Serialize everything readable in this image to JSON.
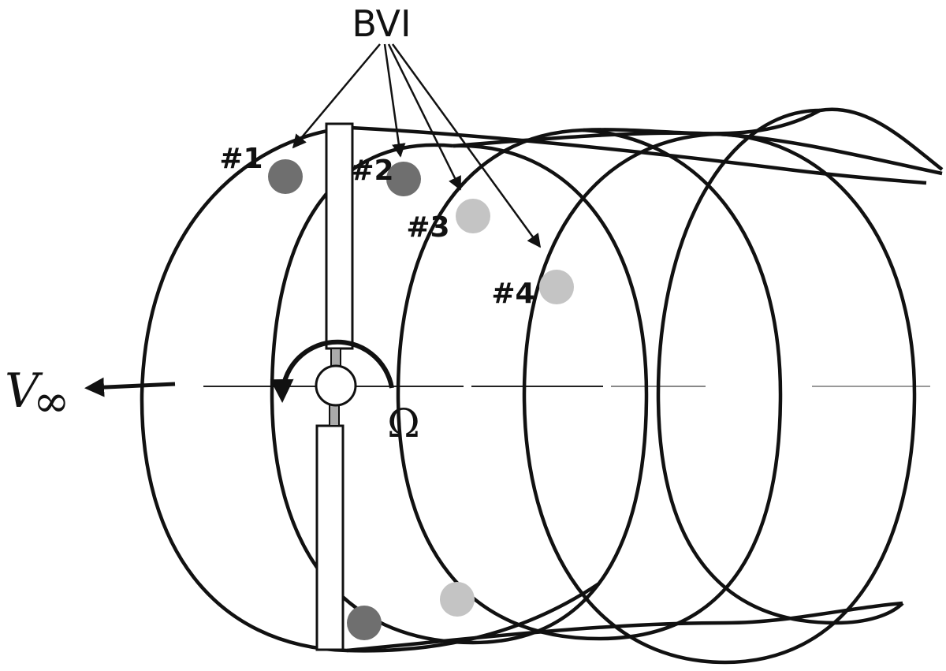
{
  "labels": {
    "bvi": "BVI",
    "bvi_1": "#1",
    "bvi_2": "#2",
    "bvi_3": "#3",
    "bvi_4": "#4",
    "freestream_v": "V",
    "freestream_sub": "∞",
    "rotation": "Ω"
  },
  "colors": {
    "wake_line": "#111111",
    "bvi_dark": "#6f6f6f",
    "bvi_light": "#c4c4c4",
    "axis": "#222222",
    "blade_fill": "#ffffff"
  }
}
